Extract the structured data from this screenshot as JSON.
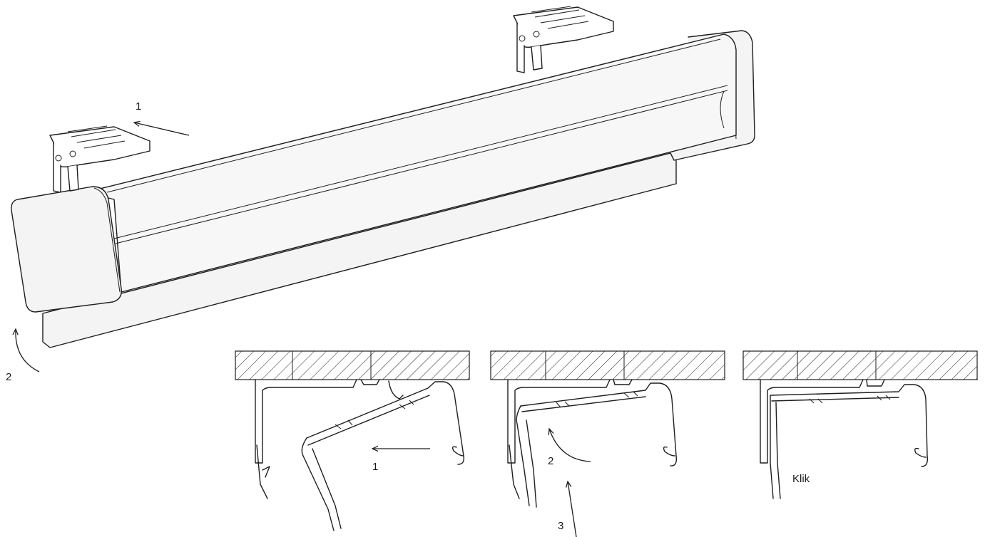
{
  "main_view": {
    "step_1_label": "1",
    "step_2_label": "2"
  },
  "sections": [
    {
      "step_a_label": "1"
    },
    {
      "step_a_label": "2",
      "step_b_label": "3"
    },
    {
      "note_label": "Klik"
    }
  ],
  "colors": {
    "line": "#1e1e1e",
    "fill": "#ffffff",
    "panel": "#f7f7f7"
  }
}
